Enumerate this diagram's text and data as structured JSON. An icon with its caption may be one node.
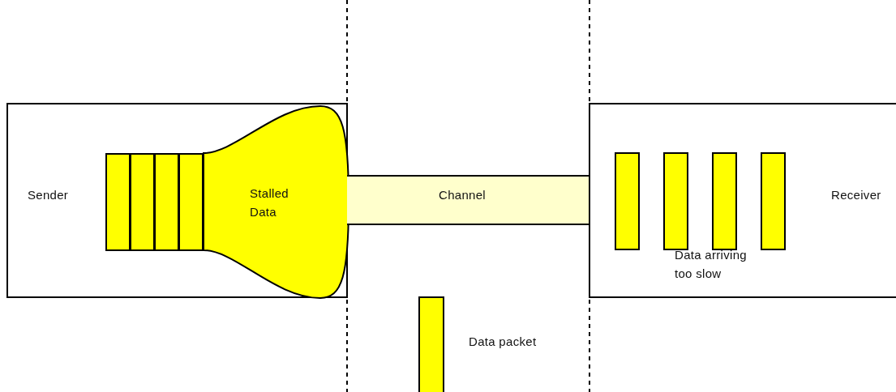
{
  "diagram": {
    "nodes": [
      {
        "text": [
          "Sender"
        ]
      },
      {
        "text": [],
        "shape": "bar",
        "in": 0
      },
      {
        "text": [],
        "shape": "bar",
        "in": 0
      },
      {
        "text": [],
        "shape": "bar",
        "in": 0
      },
      {
        "text": [],
        "shape": "bar",
        "in": 0
      },
      {
        "text": [
          "Stalled Data"
        ],
        "in": 0
      },
      {
        "text": [
          "Channel"
        ]
      },
      {
        "text": [
          "Receiver"
        ]
      },
      {
        "text": [],
        "shape": "bar",
        "in": 7
      },
      {
        "text": [],
        "shape": "bar",
        "in": 7
      },
      {
        "text": [],
        "shape": "bar",
        "in": 7
      },
      {
        "text": [],
        "shape": "bar",
        "in": 7
      },
      {
        "text": [],
        "shape": "bar",
        "beside": [
          "Data packet"
        ]
      }
    ],
    "labels": [
      "Data arriving too slow"
    ]
  }
}
